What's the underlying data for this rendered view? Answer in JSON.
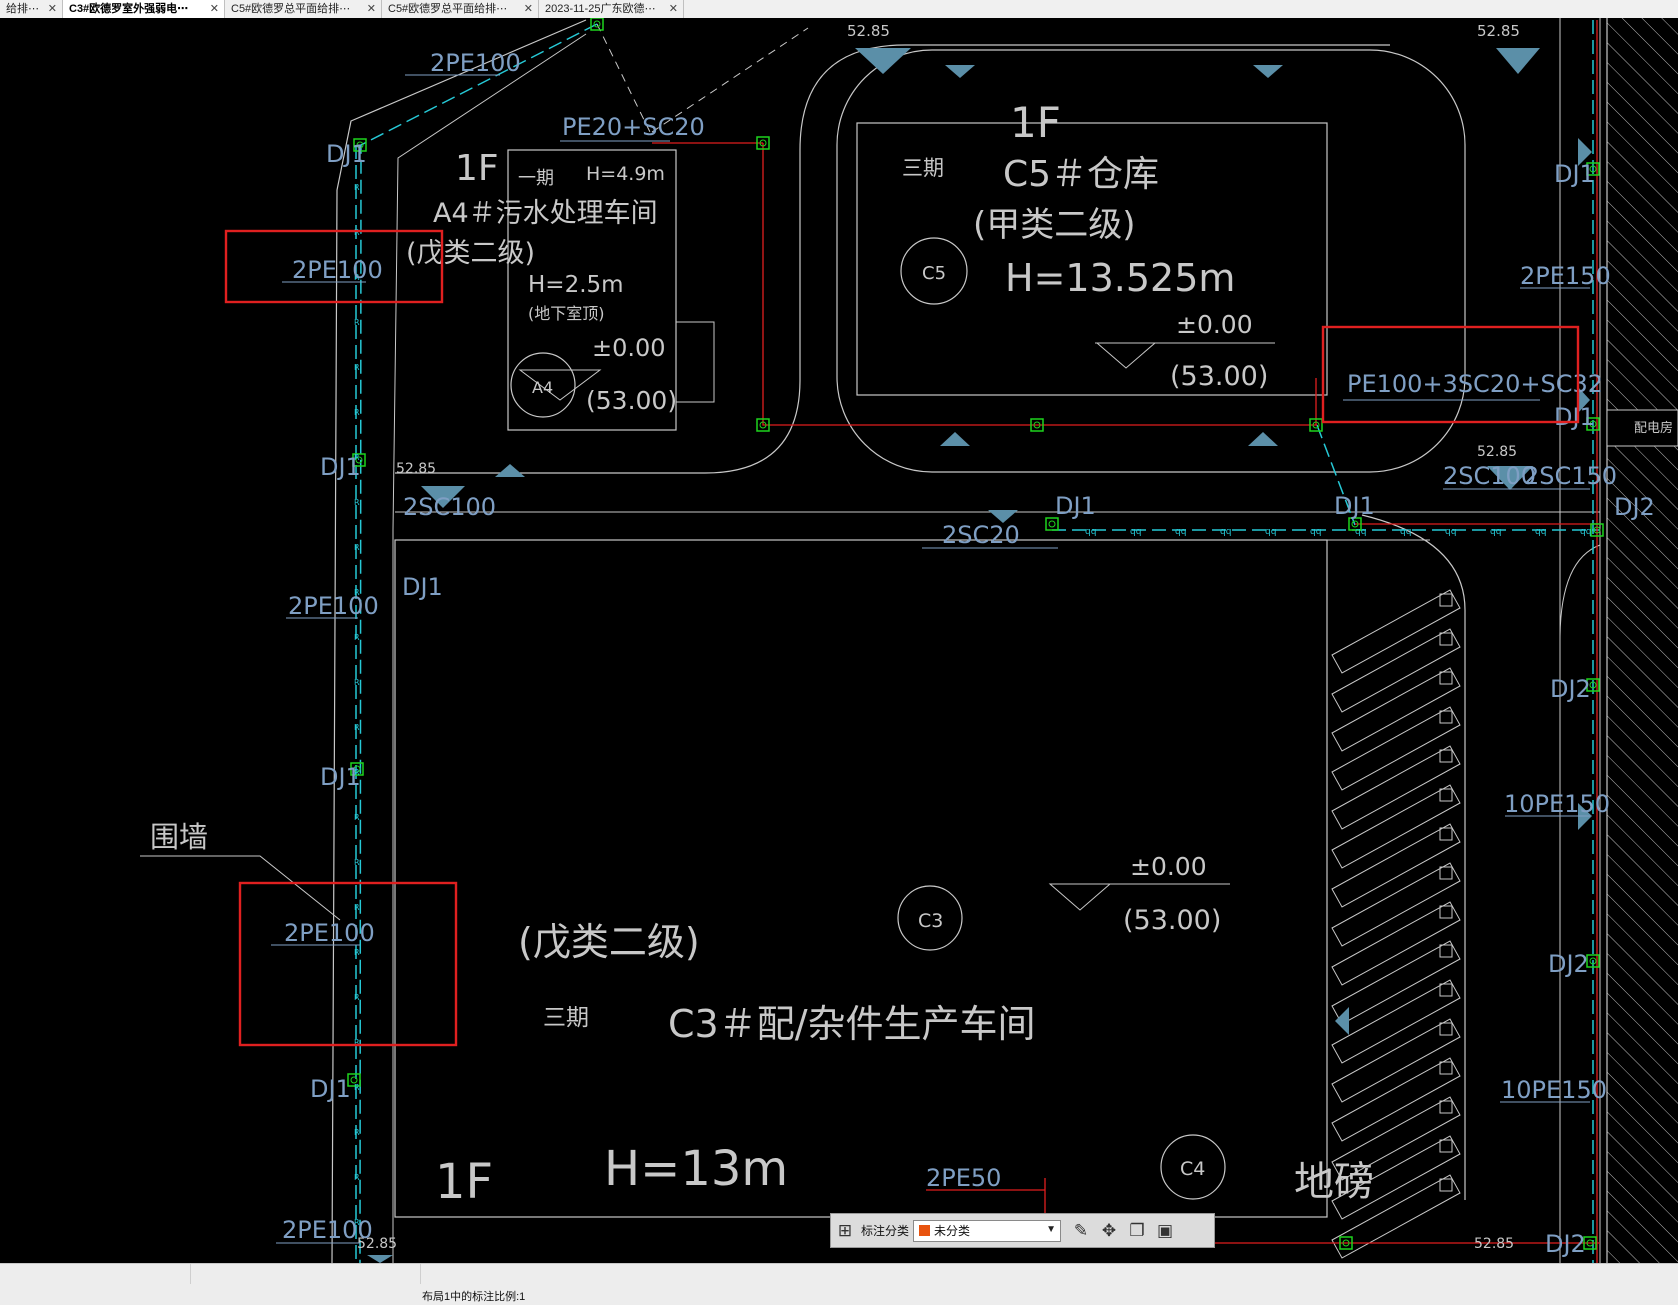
{
  "tabs": [
    {
      "label": "给排⋯",
      "active": false
    },
    {
      "label": "C3#欧德罗室外强弱电⋯",
      "active": true
    },
    {
      "label": "C5#欧德罗总平面给排⋯",
      "active": false
    },
    {
      "label": "C5#欧德罗总平面给排⋯",
      "active": false
    },
    {
      "label": "2023-11-25广东欧德⋯",
      "active": false
    }
  ],
  "tab_close_glyph": "✕",
  "drawing": {
    "colors": {
      "background": "#000000",
      "outline": "#c8c8c8",
      "text_blue": "#7f9fc4",
      "pipe_cyan": "#26c9d6",
      "pipe_red": "#e01e1e",
      "node_green": "#1ed41e",
      "highlight_red": "#e02020",
      "marker_teal": "#5b8fa8"
    },
    "elevation_top_left": "52.85",
    "elevation_top_right": "52.85",
    "elevation_mid_left": "52.85",
    "elevation_mid_right": "52.85",
    "elevation_bottom_left": "52.85",
    "elevation_bottom_right": "52.85",
    "a4": {
      "floor": "1F",
      "phase": "一期",
      "height_top": "H=4.9m",
      "name": "A4＃污水处理车间",
      "class": "(戊类二级)",
      "height_bottom": "H=2.5m",
      "note": "(地下室顶)",
      "level": "±0.00",
      "level_abs": "(53.00)",
      "tag": "A4"
    },
    "c5": {
      "floor": "1F",
      "phase": "三期",
      "name": "C5＃仓库",
      "class": "(甲类二级)",
      "height": "H=13.525m",
      "level": "±0.00",
      "level_abs": "(53.00)",
      "tag": "C5"
    },
    "c3": {
      "class": "(戊类二级)",
      "phase": "三期",
      "name": "C3＃配/杂件生产车间",
      "level": "±0.00",
      "level_abs": "(53.00)",
      "tag": "C3",
      "floor": "1F",
      "height": "H=13m"
    },
    "c4_tag": "C4",
    "weighbridge": "地磅",
    "wall_label": "围墙",
    "pipe_labels": {
      "pe100_top": "2PE100",
      "pe20_sc20": "PE20+SC20",
      "pe100_box1": "2PE100",
      "pe100_mid": "2PE100",
      "pe100_box2": "2PE100",
      "pe100_bottom": "2PE100",
      "sc100_left": "2SC100",
      "sc20": "2SC20",
      "pe150_right": "2PE150",
      "pe100_combo": "PE100+3SC20+SC32",
      "sc100_right": "2SC100",
      "sc150_right": "2SC150",
      "pe150_10a": "10PE150",
      "pe150_10b": "10PE150",
      "pe50": "2PE50",
      "pole_letter": "q",
      "road_letter": "R"
    },
    "well_labels": {
      "dj1": "DJ1",
      "dj2": "DJ2",
      "substation": "配电房"
    }
  },
  "annotation_bar": {
    "label": "标注分类",
    "selected": "未分类",
    "swatch_color": "#e8540f"
  },
  "status": {
    "scale_text": "布局1中的标注比例:1"
  }
}
